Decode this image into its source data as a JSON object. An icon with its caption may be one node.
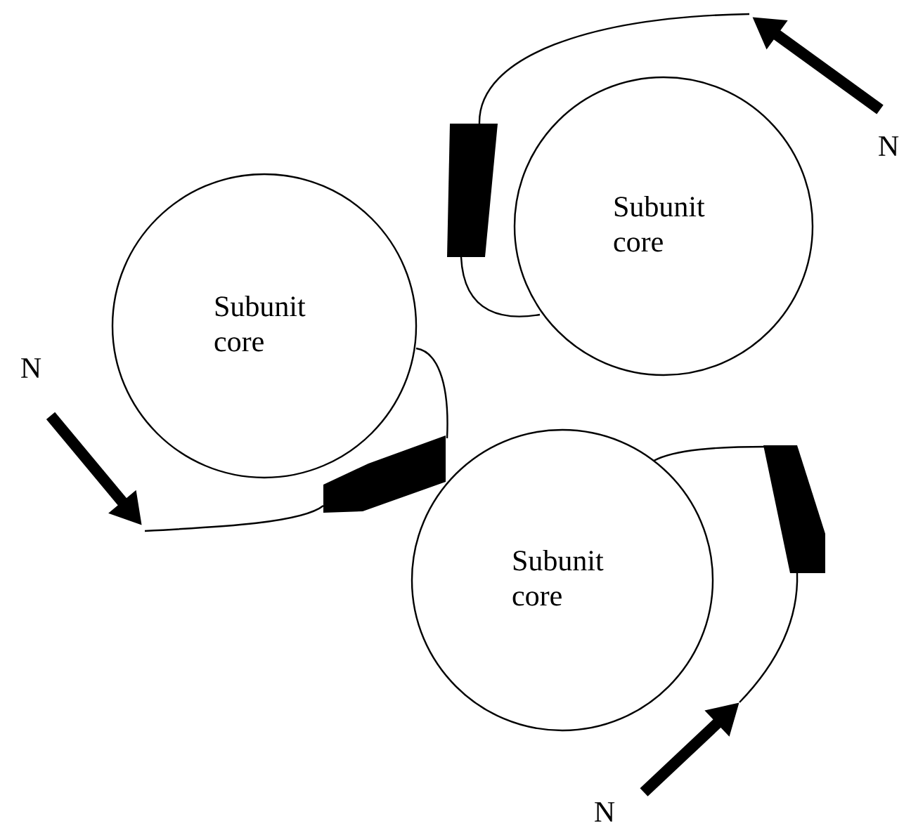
{
  "diagram": {
    "nodes": [
      {
        "text": [
          "Subunit core"
        ]
      },
      {
        "text": [
          "Subunit core"
        ]
      },
      {
        "text": [
          "Subunit core"
        ]
      }
    ],
    "labels": [
      "N",
      "N",
      "N"
    ]
  }
}
